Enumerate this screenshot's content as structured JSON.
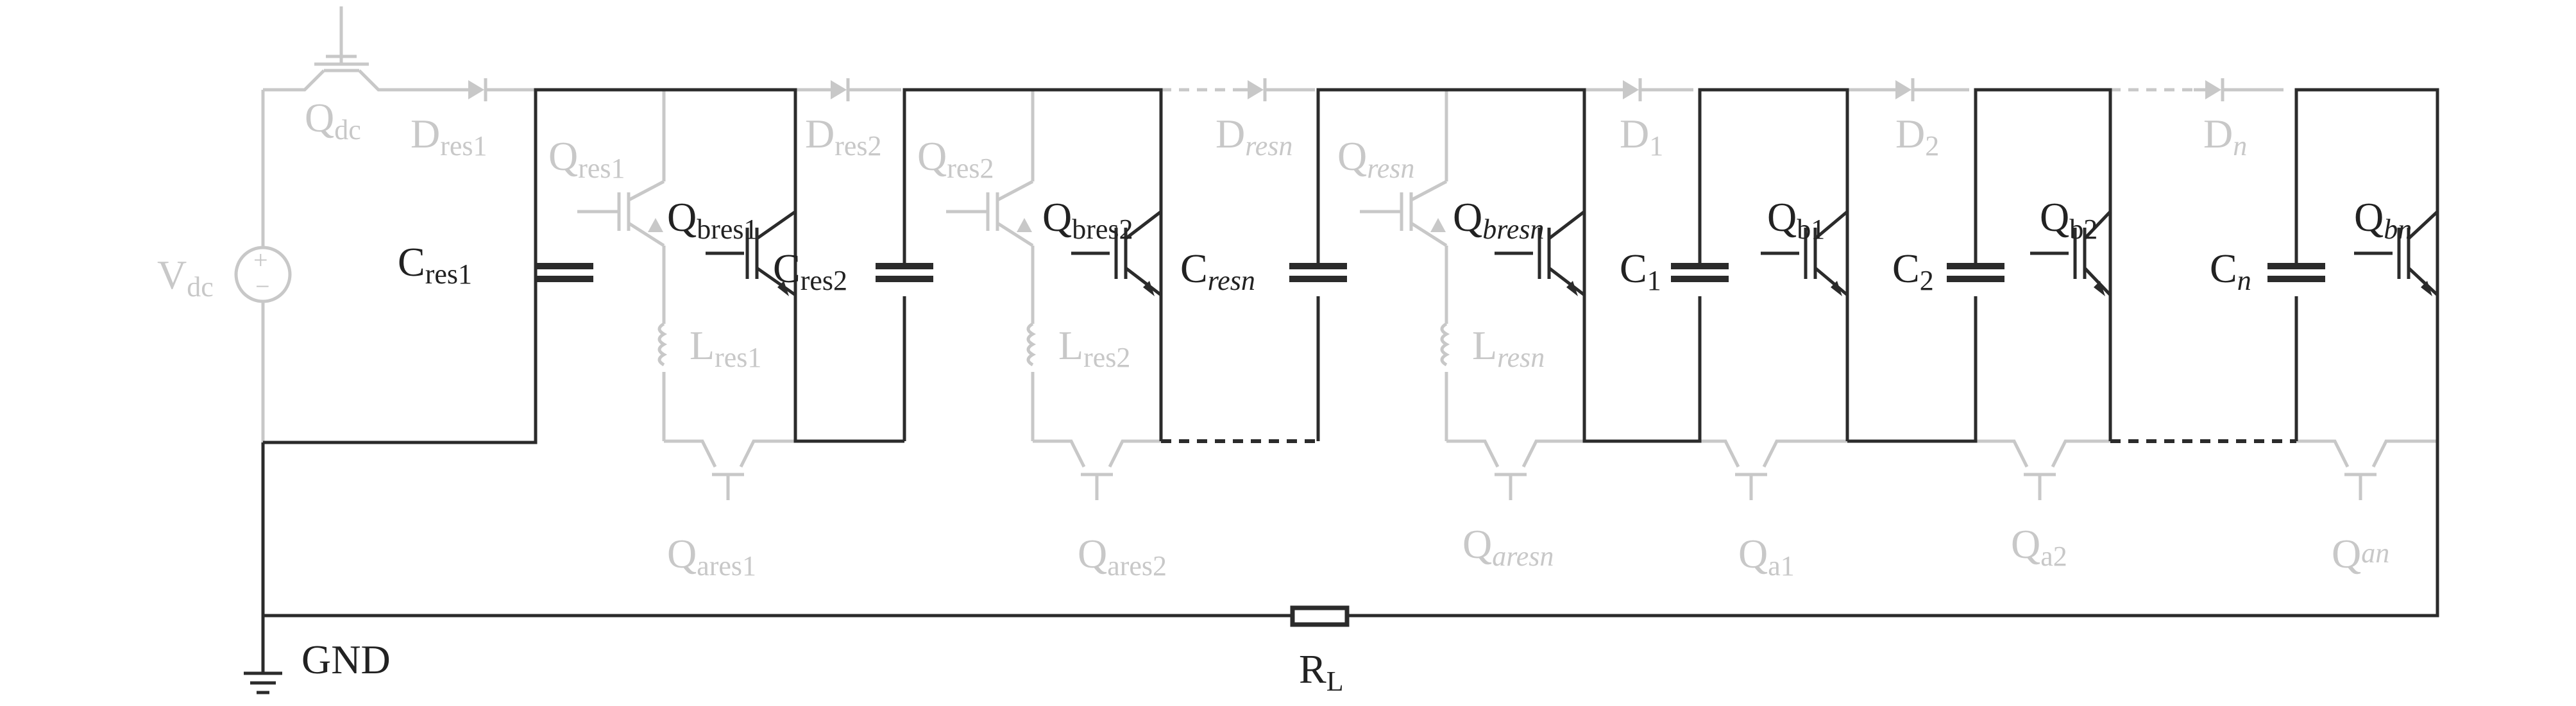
{
  "labels": {
    "vdc": {
      "main": "V",
      "sub": "dc"
    },
    "qdc": {
      "main": "Q",
      "sub": "dc"
    },
    "dres1": {
      "main": "D",
      "sub": "res1"
    },
    "dres2": {
      "main": "D",
      "sub": "res2"
    },
    "dresn": {
      "main": "D",
      "sub": "resn"
    },
    "d1": {
      "main": "D",
      "sub": "1"
    },
    "d2": {
      "main": "D",
      "sub": "2"
    },
    "dn": {
      "main": "D",
      "sub": "n"
    },
    "qres1": {
      "main": "Q",
      "sub": "res1"
    },
    "qres2": {
      "main": "Q",
      "sub": "res2"
    },
    "qresn": {
      "main": "Q",
      "sub": "resn"
    },
    "qbres1": {
      "main": "Q",
      "sub": "bres1"
    },
    "qbres2": {
      "main": "Q",
      "sub": "bres2"
    },
    "qbresn": {
      "main": "Q",
      "sub": "bresn"
    },
    "qb1": {
      "main": "Q",
      "sub": "b1"
    },
    "qb2": {
      "main": "Q",
      "sub": "b2"
    },
    "qbn": {
      "main": "Q",
      "sub": "bn"
    },
    "cres1": {
      "main": "C",
      "sub": "res1"
    },
    "cres2": {
      "main": "C",
      "sub": "res2"
    },
    "cresn": {
      "main": "C",
      "sub": "resn"
    },
    "c1": {
      "main": "C",
      "sub": "1"
    },
    "c2": {
      "main": "C",
      "sub": "2"
    },
    "cn": {
      "main": "C",
      "sub": "n"
    },
    "lres1": {
      "main": "L",
      "sub": "res1"
    },
    "lres2": {
      "main": "L",
      "sub": "res2"
    },
    "lresn": {
      "main": "L",
      "sub": "resn"
    },
    "qares1": {
      "main": "Q",
      "sub": "ares1"
    },
    "qares2": {
      "main": "Q",
      "sub": "ares2"
    },
    "qaresn": {
      "main": "Q",
      "sub": "aresn"
    },
    "qa1": {
      "main": "Q",
      "sub": "a1"
    },
    "qa2": {
      "main": "Q",
      "sub": "a2"
    },
    "qan": {
      "main": "Q",
      "sub": "an"
    },
    "gnd": {
      "main": "GND"
    },
    "rl": {
      "main": "R",
      "sub": "L"
    },
    "source_plus": {
      "main": "+"
    },
    "source_minus": {
      "main": "−"
    }
  },
  "colors": {
    "active": "#2b2b2b",
    "inactive": "#c8c8c8"
  }
}
